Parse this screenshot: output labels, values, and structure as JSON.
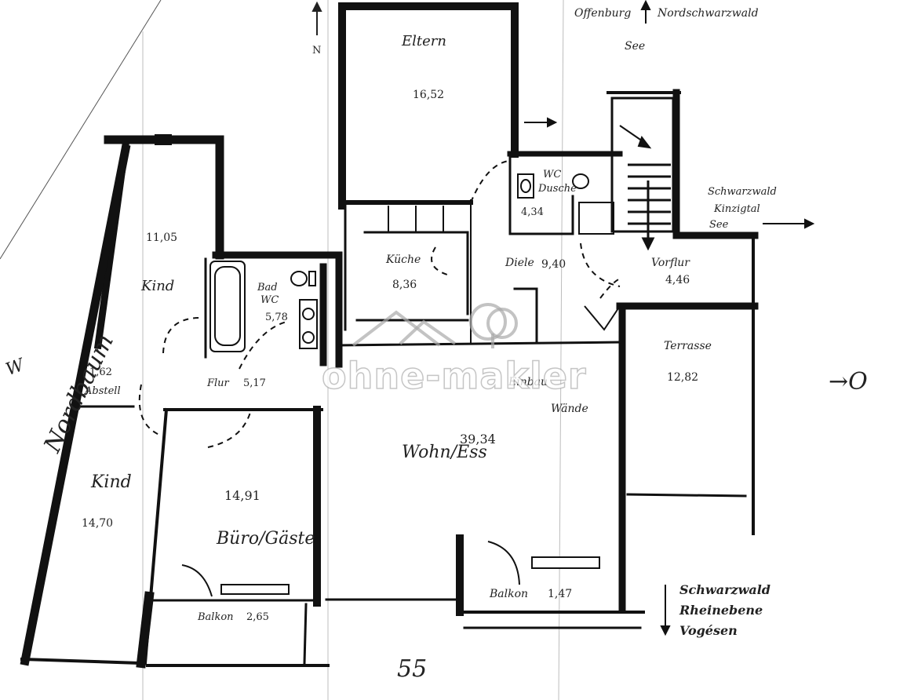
{
  "compass": {
    "north": "N",
    "west": "W"
  },
  "orientation": {
    "northeast_1": "Offenburg",
    "northeast_2": "Nordschwarzwald",
    "northeast_3": "See",
    "east_1": "Schwarzwald",
    "east_2": "Kinzigtal",
    "east_3": "See",
    "south_1": "Schwarzwald",
    "south_2": "Rheinebene",
    "south_3": "Vogésen",
    "west_street": "Nordbaum"
  },
  "rooms": {
    "eltern": {
      "name": "Eltern",
      "area": "16,52"
    },
    "kind_top": {
      "name": "Kind",
      "area": "11,05"
    },
    "bad": {
      "name": "Bad",
      "sub": "WC",
      "area": "5,78"
    },
    "wc_dusche": {
      "name": "WC",
      "sub": "Dusche",
      "area": "4,34"
    },
    "kueche": {
      "name": "Küche",
      "area": "8,36"
    },
    "diele": {
      "name": "Diele",
      "area": "9,40"
    },
    "vorflur": {
      "name": "Vorflur",
      "area": "4,46"
    },
    "abstell": {
      "name": "Abstell",
      "area": "1,62"
    },
    "flur": {
      "name": "Flur",
      "area": "5,17"
    },
    "terrasse": {
      "name": "Terrasse",
      "area": "12,82"
    },
    "wohnen": {
      "name": "Wohn/Ess",
      "area": "39,34"
    },
    "einbau": {
      "line1": "Einbau",
      "line2": "Wände"
    },
    "kind_bottom": {
      "name": "Kind",
      "area": "14,70"
    },
    "buero": {
      "name": "Büro/Gäste",
      "area": "14,91"
    },
    "balkon_left": {
      "name": "Balkon",
      "area": "2,65"
    },
    "balkon_right": {
      "name": "Balkon",
      "area": "1,47"
    }
  },
  "misc": {
    "bottom_number": "55",
    "side_symbol": "→O"
  },
  "watermark": "ohne-makler",
  "colors": {
    "wall": "#111111",
    "ink": "#222222",
    "paper": "#ffffff"
  }
}
